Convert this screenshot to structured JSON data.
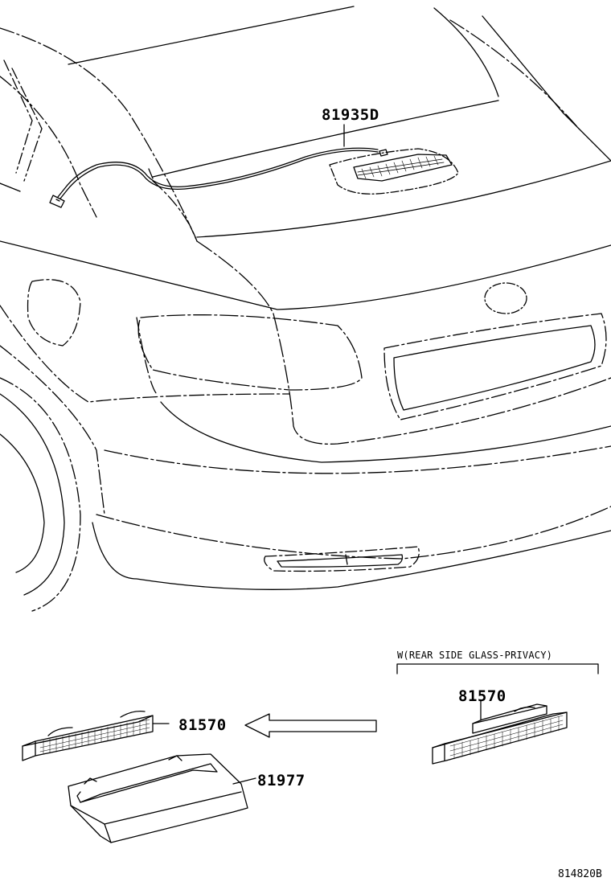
{
  "labels": {
    "hmsl_wire": "81935D",
    "hmsl_lamp": "81570",
    "hmsl_cover": "81977",
    "privacy_lamp": "81570",
    "privacy_note": "W(REAR SIDE GLASS-PRIVACY)",
    "illustration_code": "814820B"
  },
  "colors": {
    "line": "#000000",
    "background": "#ffffff"
  }
}
